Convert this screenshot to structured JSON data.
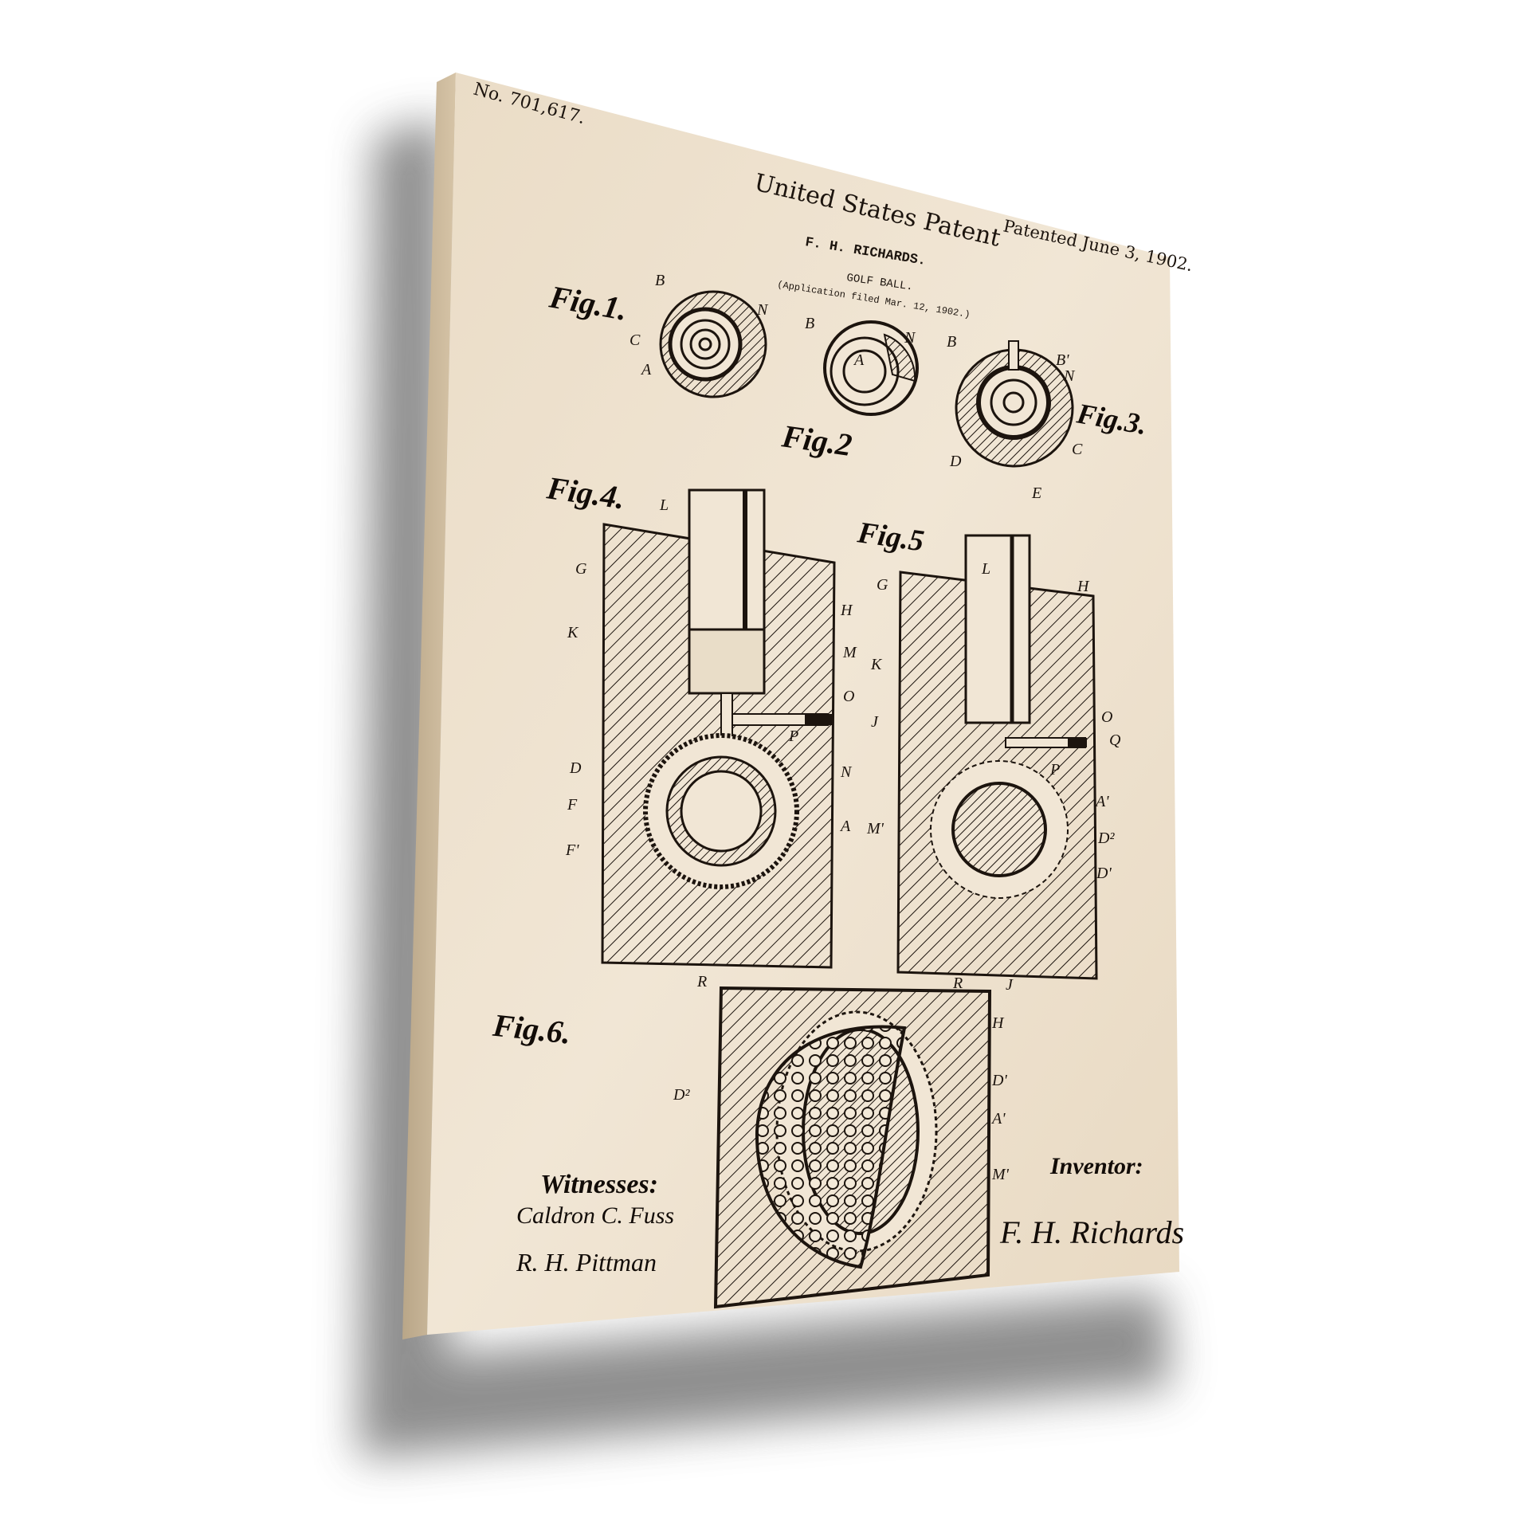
{
  "patent": {
    "number": "No. 701,617.",
    "title": "United States Patent",
    "inventor_name": "F. H. RICHARDS.",
    "invention": "GOLF BALL.",
    "application": "(Application filed Mar. 12, 1902.)",
    "patented": "Patented June 3, 1902."
  },
  "figures": [
    "Fig.1.",
    "Fig.2",
    "Fig.3.",
    "Fig.4.",
    "Fig.5",
    "Fig.6."
  ],
  "labels": {
    "fig1": [
      "B",
      "N",
      "C",
      "A"
    ],
    "fig2": [
      "B",
      "N",
      "A"
    ],
    "fig3": [
      "B",
      "B'",
      "N",
      "C",
      "D",
      "E"
    ],
    "fig4": [
      "L",
      "G",
      "H",
      "K",
      "M",
      "O",
      "P",
      "D",
      "N",
      "F",
      "F'",
      "A",
      "R"
    ],
    "fig5": [
      "G",
      "H",
      "L",
      "K",
      "J",
      "O",
      "Q",
      "P",
      "A'",
      "M'",
      "D²",
      "D'",
      "R",
      "J"
    ],
    "fig6": [
      "H",
      "D²",
      "D'",
      "A'",
      "M'"
    ]
  },
  "witnesses": {
    "heading": "Witnesses:",
    "names": [
      "Caldron C. Fuss",
      "R. H. Pittman"
    ]
  },
  "inventor": {
    "heading": "Inventor:",
    "signature": "F. H. Richards"
  },
  "colors": {
    "canvas": "#ede0cc",
    "canvas_side": "#cbb89c",
    "ink": "#1c140e",
    "shadow": "#7a7a7a",
    "background": "#ffffff"
  }
}
